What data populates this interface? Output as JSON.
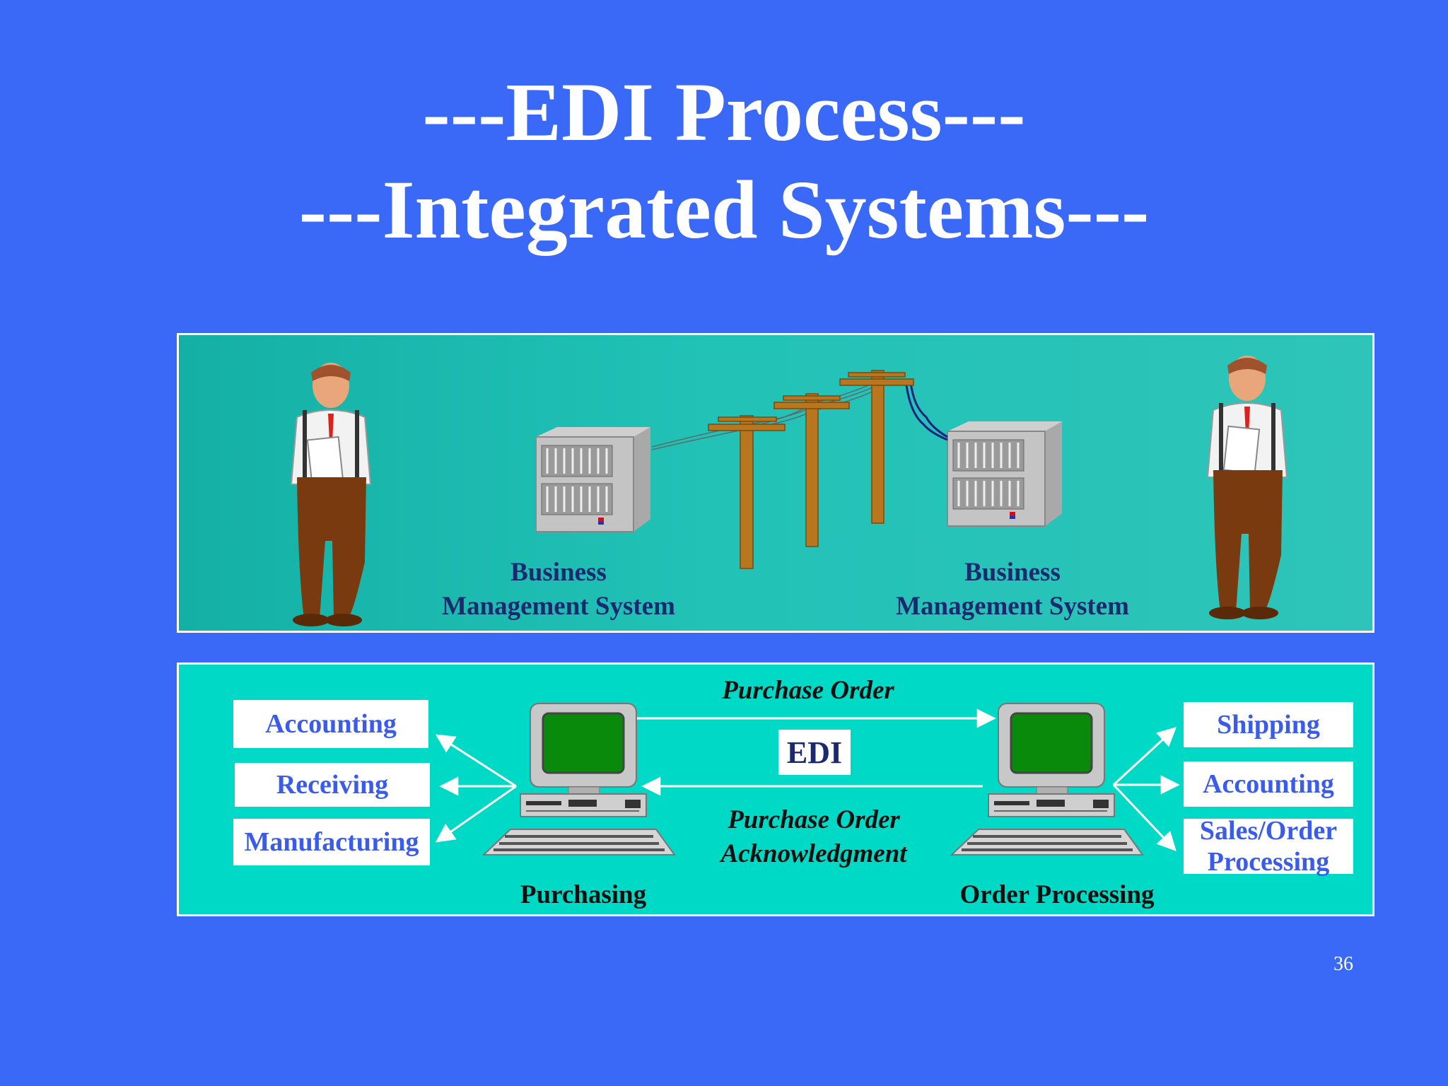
{
  "slide": {
    "title_line1": "---EDI Process---",
    "title_line2": "---Integrated Systems---",
    "page_number": "36"
  },
  "top_panel": {
    "left_system": {
      "line1": "Business",
      "line2": "Management System"
    },
    "right_system": {
      "line1": "Business",
      "line2": "Management System"
    }
  },
  "bottom_panel": {
    "left_departments": [
      "Accounting",
      "Receiving",
      "Manufacturing"
    ],
    "right_departments": [
      {
        "lines": [
          "Shipping"
        ]
      },
      {
        "lines": [
          "Accounting"
        ]
      },
      {
        "lines": [
          "Sales/Order",
          "Processing"
        ]
      }
    ],
    "top_message": "Purchase Order",
    "edi_label": "EDI",
    "bottom_message_line1": "Purchase Order",
    "bottom_message_line2": "Acknowledgment",
    "left_computer_label": "Purchasing",
    "right_computer_label": "Order Processing"
  },
  "colors": {
    "background": "#3a68f7",
    "top_panel": "#1fb9ae",
    "bottom_panel": "#00d9c6",
    "department_text": "#3a5ce8",
    "system_text": "#1b2a6e",
    "screen_green": "#0a8a0a",
    "pole_brown": "#b8771e"
  },
  "icons": [
    "businessman-icon",
    "server-cabinet-icon",
    "telephone-pole-icon",
    "desktop-computer-icon"
  ]
}
